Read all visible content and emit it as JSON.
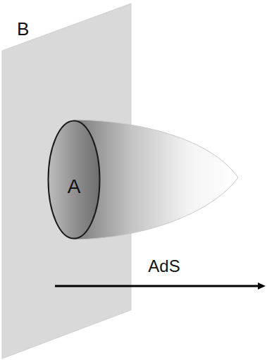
{
  "diagram": {
    "nodes": [
      {
        "text": [
          "B"
        ]
      },
      {
        "text": [
          "A"
        ],
        "in": 0
      }
    ],
    "labels": [
      "AdS"
    ]
  }
}
